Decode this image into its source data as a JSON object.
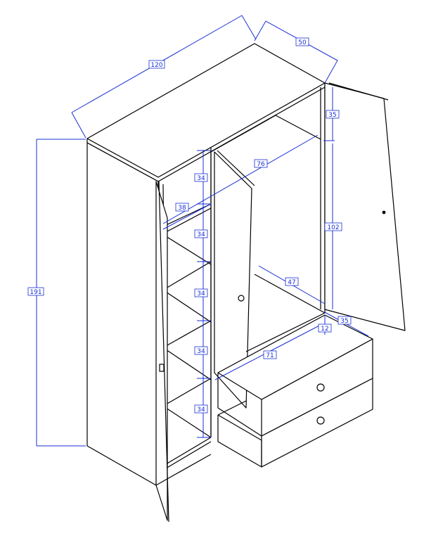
{
  "drawing": {
    "line_color": "#000000",
    "dimension_color": "#1a2fd4",
    "background": "#ffffff"
  },
  "dimensions": {
    "width_120": "120",
    "depth_50": "50",
    "height_191": "191",
    "top_35": "35",
    "hanging_102": "102",
    "inner_76": "76",
    "shelf_38": "38",
    "shelf_gap_1": "34",
    "shelf_gap_2": "34",
    "shelf_gap_3": "34",
    "shelf_gap_4": "34",
    "shelf_gap_5": "34",
    "inner_depth_47": "47",
    "drawer_depth_35": "35",
    "drawer_height_12": "12",
    "drawer_width_71": "71"
  }
}
